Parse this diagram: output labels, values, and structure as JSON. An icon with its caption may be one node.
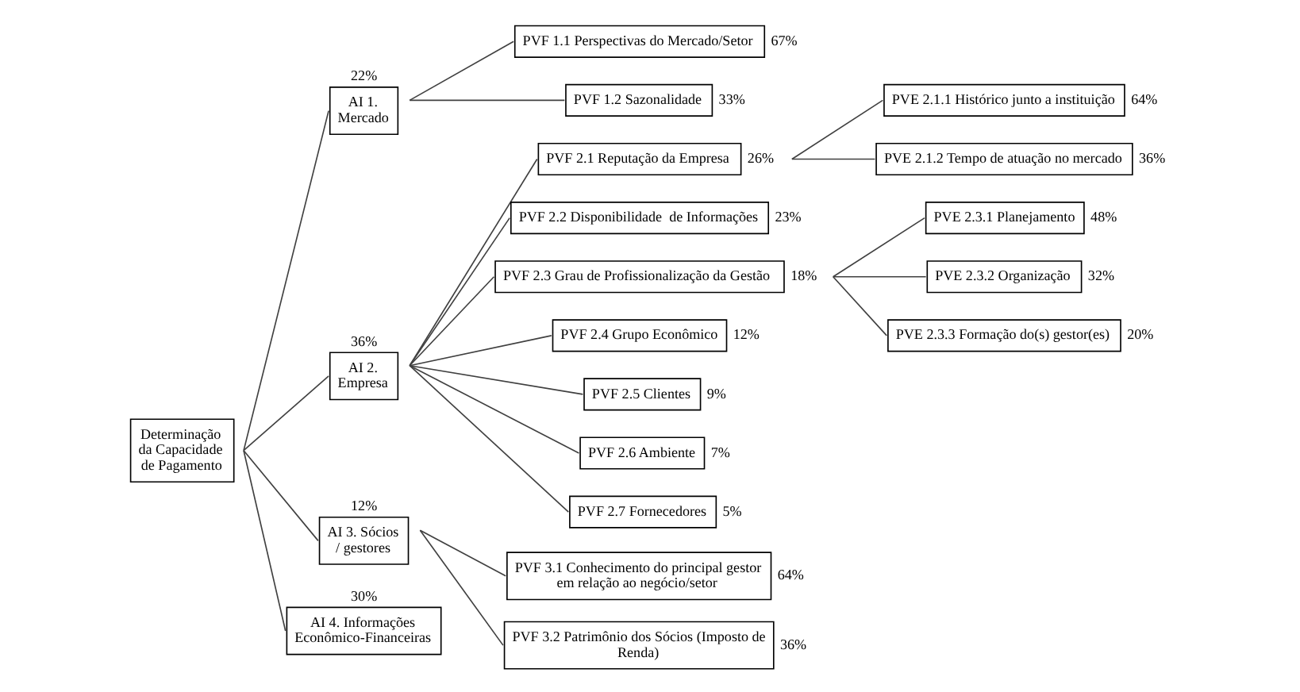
{
  "diagram": {
    "nodes": [
      {
        "text": [
          "Determinação da Capacidade de Pagamento"
        ]
      },
      {
        "text": [
          "AI 1. Mercado"
        ],
        "beside": [
          "22%"
        ]
      },
      {
        "text": [
          "AI 2. Empresa"
        ],
        "beside": [
          "36%"
        ]
      },
      {
        "text": [
          "AI 3. Sócios / gestores"
        ],
        "beside": [
          "12%"
        ]
      },
      {
        "text": [
          "AI 4. Informações Econômico-Financeiras"
        ],
        "beside": [
          "30%"
        ]
      },
      {
        "text": [
          "PVF 1.1 Perspectivas do Mercado/Setor"
        ],
        "beside": [
          "67%"
        ]
      },
      {
        "text": [
          "PVF 1.2 Sazonalidade"
        ],
        "beside": [
          "33%"
        ]
      },
      {
        "text": [
          "PVF 2.1 Reputação da Empresa"
        ],
        "beside": [
          "26%"
        ]
      },
      {
        "text": [
          "PVF 2.2 Disponibilidade  de Informações"
        ],
        "beside": [
          "23%"
        ]
      },
      {
        "text": [
          "PVF 2.3 Grau de Profissionalização da Gestão"
        ],
        "beside": [
          "18%"
        ]
      },
      {
        "text": [
          "PVF 2.4 Grupo Econômico"
        ],
        "beside": [
          "12%"
        ]
      },
      {
        "text": [
          "PVF 2.5 Clientes"
        ],
        "beside": [
          "9%"
        ]
      },
      {
        "text": [
          "PVF 2.6 Ambiente"
        ],
        "beside": [
          "7%"
        ]
      },
      {
        "text": [
          "PVF 2.7 Fornecedores"
        ],
        "beside": [
          "5%"
        ]
      },
      {
        "text": [
          "PVF 3.1 Conhecimento do principal gestor em relação ao negócio/setor"
        ],
        "beside": [
          "64%"
        ]
      },
      {
        "text": [
          "PVF 3.2 Patrimônio dos Sócios (Imposto de Renda)"
        ],
        "beside": [
          "36%"
        ]
      },
      {
        "text": [
          "PVE 2.1.1 Histórico junto a instituição"
        ],
        "beside": [
          "64%"
        ]
      },
      {
        "text": [
          "PVE 2.1.2 Tempo de atuação no mercado"
        ],
        "beside": [
          "36%"
        ]
      },
      {
        "text": [
          "PVE 2.3.1 Planejamento"
        ],
        "beside": [
          "48%"
        ]
      },
      {
        "text": [
          "PVE 2.3.2 Organização"
        ],
        "beside": [
          "32%"
        ]
      },
      {
        "text": [
          "PVE 2.3.3 Formação do(s) gestor(es)"
        ],
        "beside": [
          "20%"
        ]
      }
    ],
    "edges": [
      {
        "from": 0,
        "to": 1,
        "arrow": "none"
      },
      {
        "from": 0,
        "to": 2,
        "arrow": "none"
      },
      {
        "from": 0,
        "to": 3,
        "arrow": "none"
      },
      {
        "from": 0,
        "to": 4,
        "arrow": "none"
      },
      {
        "from": 1,
        "to": 5,
        "arrow": "none"
      },
      {
        "from": 1,
        "to": 6,
        "arrow": "none"
      },
      {
        "from": 2,
        "to": 7,
        "arrow": "none"
      },
      {
        "from": 2,
        "to": 8,
        "arrow": "none"
      },
      {
        "from": 2,
        "to": 9,
        "arrow": "none"
      },
      {
        "from": 2,
        "to": 10,
        "arrow": "none"
      },
      {
        "from": 2,
        "to": 11,
        "arrow": "none"
      },
      {
        "from": 2,
        "to": 12,
        "arrow": "none"
      },
      {
        "from": 2,
        "to": 13,
        "arrow": "none"
      },
      {
        "from": 3,
        "to": 14,
        "arrow": "none"
      },
      {
        "from": 3,
        "to": 15,
        "arrow": "none"
      },
      {
        "from": 7,
        "to": 16,
        "arrow": "none"
      },
      {
        "from": 7,
        "to": 17,
        "arrow": "none"
      },
      {
        "from": 9,
        "to": 18,
        "arrow": "none"
      },
      {
        "from": 9,
        "to": 19,
        "arrow": "none"
      },
      {
        "from": 9,
        "to": 20,
        "arrow": "none"
      }
    ]
  }
}
